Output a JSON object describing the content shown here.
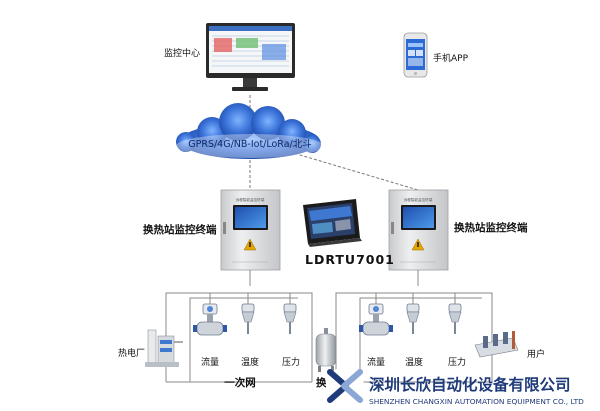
{
  "labels": {
    "monitor_center": "监控中心",
    "mobile_app": "手机APP",
    "network": "GPRS/4G/NB-Iot/LoRa/北斗",
    "terminal_left": "换热站监控终端",
    "terminal_right": "换热站监控终端",
    "device_model": "LDRTU7001",
    "heat_plant": "热电厂",
    "user": "用户",
    "primary_network": "一次网",
    "secondary_network": "换"
  },
  "sensors_left": [
    "流量",
    "温度",
    "压力"
  ],
  "sensors_right": [
    "流量",
    "温度",
    "压力"
  ],
  "cabinet_title": "远程智能监控终端",
  "company": {
    "name_cn": "深圳长欣自动化设备有限公司",
    "name_en": "SHENZHEN CHANGXIN AUTOMATION EQUIPMENT CO., LTD"
  },
  "colors": {
    "pipe": "#8a8a8a",
    "cloud": "#2f63c8",
    "brand": "#1f3a7a",
    "cabinet": "#d9dadc",
    "warning": "#e2a400"
  },
  "icons": [
    "monitor-icon",
    "phone-icon",
    "cloud-icon",
    "cabinet-icon",
    "tablet-device-icon",
    "flowmeter-icon",
    "thermometer-icon",
    "pressure-sensor-icon",
    "boiler-plant-icon",
    "tank-icon",
    "user-radiator-icon",
    "company-logo-icon"
  ]
}
